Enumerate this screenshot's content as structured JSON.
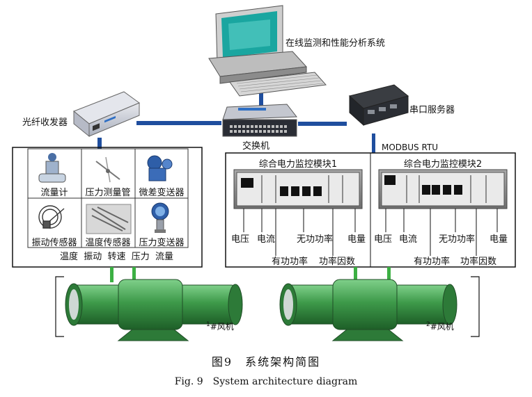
{
  "nodes": {
    "pc": "在线监测和性能分析系统",
    "converter": "光纤收发器",
    "switch": "交换机",
    "serial_server": "串口服务器",
    "protocol": "MODBUS RTU"
  },
  "sensors": [
    "流量计",
    "压力测量管",
    "微差变送器",
    "振动传感器",
    "温度传感器",
    "压力变送器"
  ],
  "sensor_signals": "温度  振动  转速  压力  流量",
  "modules": [
    {
      "title": "综合电力监控模块1",
      "measures": [
        "电压",
        "电流",
        "无功功率",
        "电量",
        "有功功率",
        "功率因数"
      ]
    },
    {
      "title": "综合电力监控模块2",
      "measures": [
        "电压",
        "电流",
        "无功功率",
        "电量",
        "有功功率",
        "功率因数"
      ]
    }
  ],
  "fans": [
    {
      "sup": "1",
      "label": "#风机"
    },
    {
      "sup": "2",
      "label": "#风机"
    }
  ],
  "caption": {
    "cn": "图9　系统架构简图",
    "en": "Fig. 9　System architecture diagram"
  },
  "colors": {
    "link_blue": "#1f4e9e",
    "link_green": "#3cb043",
    "fan_green": "#3e9a4a",
    "panel_gray": "#8d8d8d"
  }
}
